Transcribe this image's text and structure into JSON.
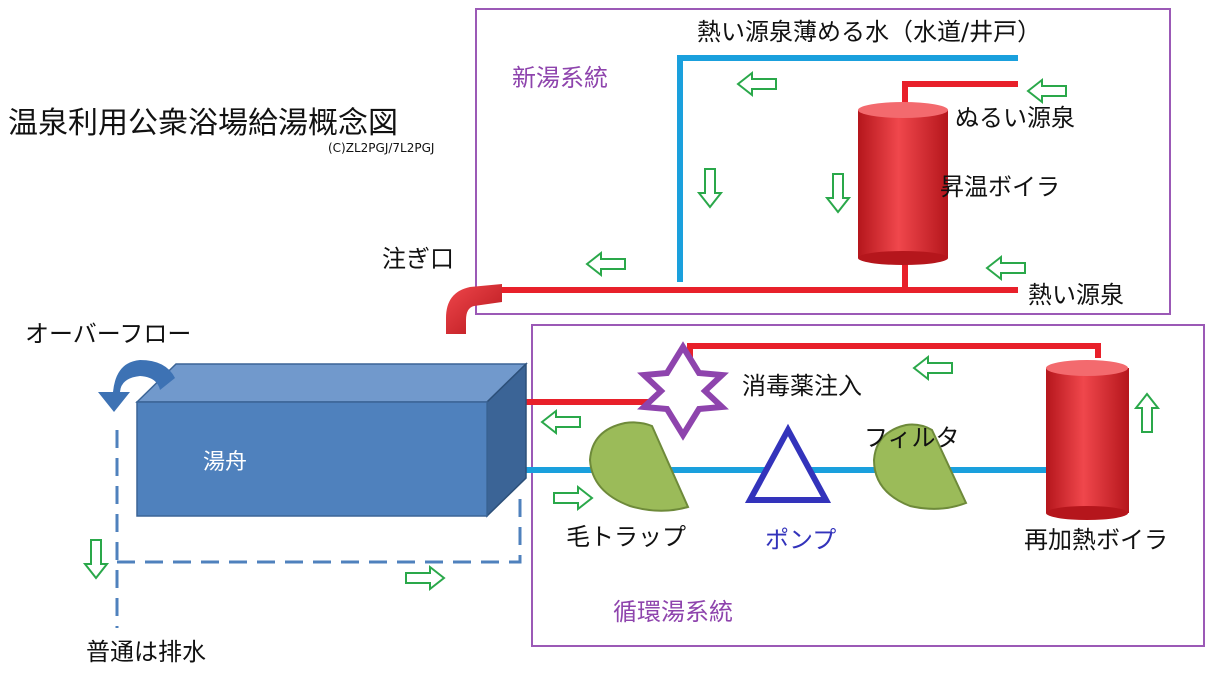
{
  "title": "温泉利用公衆浴場給湯概念図",
  "credit": "(C)ZL2PGJ/7L2PGJ",
  "systems": {
    "new_water": "新湯系統",
    "circulation": "循環湯系統"
  },
  "labels": {
    "dilution_water": "熱い源泉薄める水（水道/井戸）",
    "lukewarm_source": "ぬるい源泉",
    "heating_boiler": "昇温ボイラ",
    "hot_source": "熱い源泉",
    "spout": "注ぎ口",
    "overflow": "オーバーフロー",
    "bathtub": "湯舟",
    "disinfectant": "消毒薬注入",
    "filter": "フィルタ",
    "hair_trap": "毛トラップ",
    "pump": "ポンプ",
    "reheat_boiler": "再加熱ボイラ",
    "drain": "普通は排水"
  },
  "colors": {
    "hot_pipe": "#e8202a",
    "cold_pipe": "#1aa0dd",
    "system_border": "#9b59b6",
    "flow_arrow": "#2aa84a",
    "boiler": "#d9272e",
    "tub_front": "#4f81bd",
    "tub_top": "#7199cc",
    "tub_side": "#3b6496",
    "filter": "#9bbb59",
    "pump": "#3333bb",
    "disinfectant_star": "#8e44ad",
    "drain_line": "#4f81bd"
  }
}
